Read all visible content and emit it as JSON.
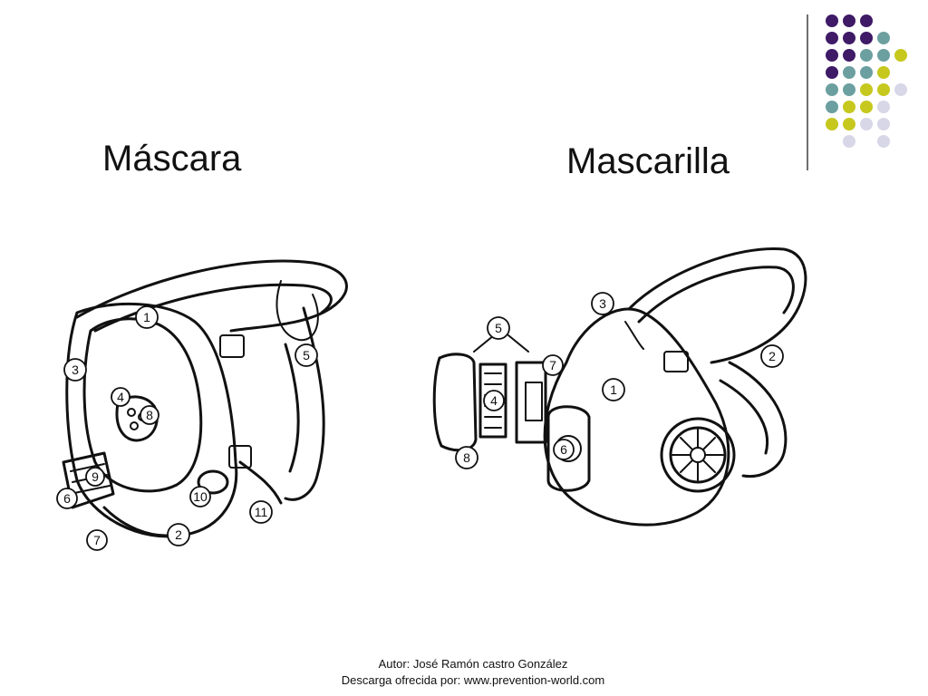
{
  "titles": {
    "left": "Máscara",
    "right": "Mascarilla"
  },
  "footer": {
    "author": "Autor: José Ramón castro González",
    "source": "Descarga ofrecida por: www.prevention-world.com"
  },
  "palette": {
    "purple": "#3f1a66",
    "teal": "#6c9f9f",
    "lime": "#c6c81e",
    "lavender": "#d7d7e8",
    "divider": "#6f6f6f"
  },
  "callouts_left": [
    "1",
    "2",
    "3",
    "4",
    "5",
    "6",
    "7",
    "8",
    "9",
    "10",
    "11"
  ],
  "callouts_right": [
    "1",
    "2",
    "3",
    "4",
    "5",
    "6",
    "7",
    "8"
  ]
}
